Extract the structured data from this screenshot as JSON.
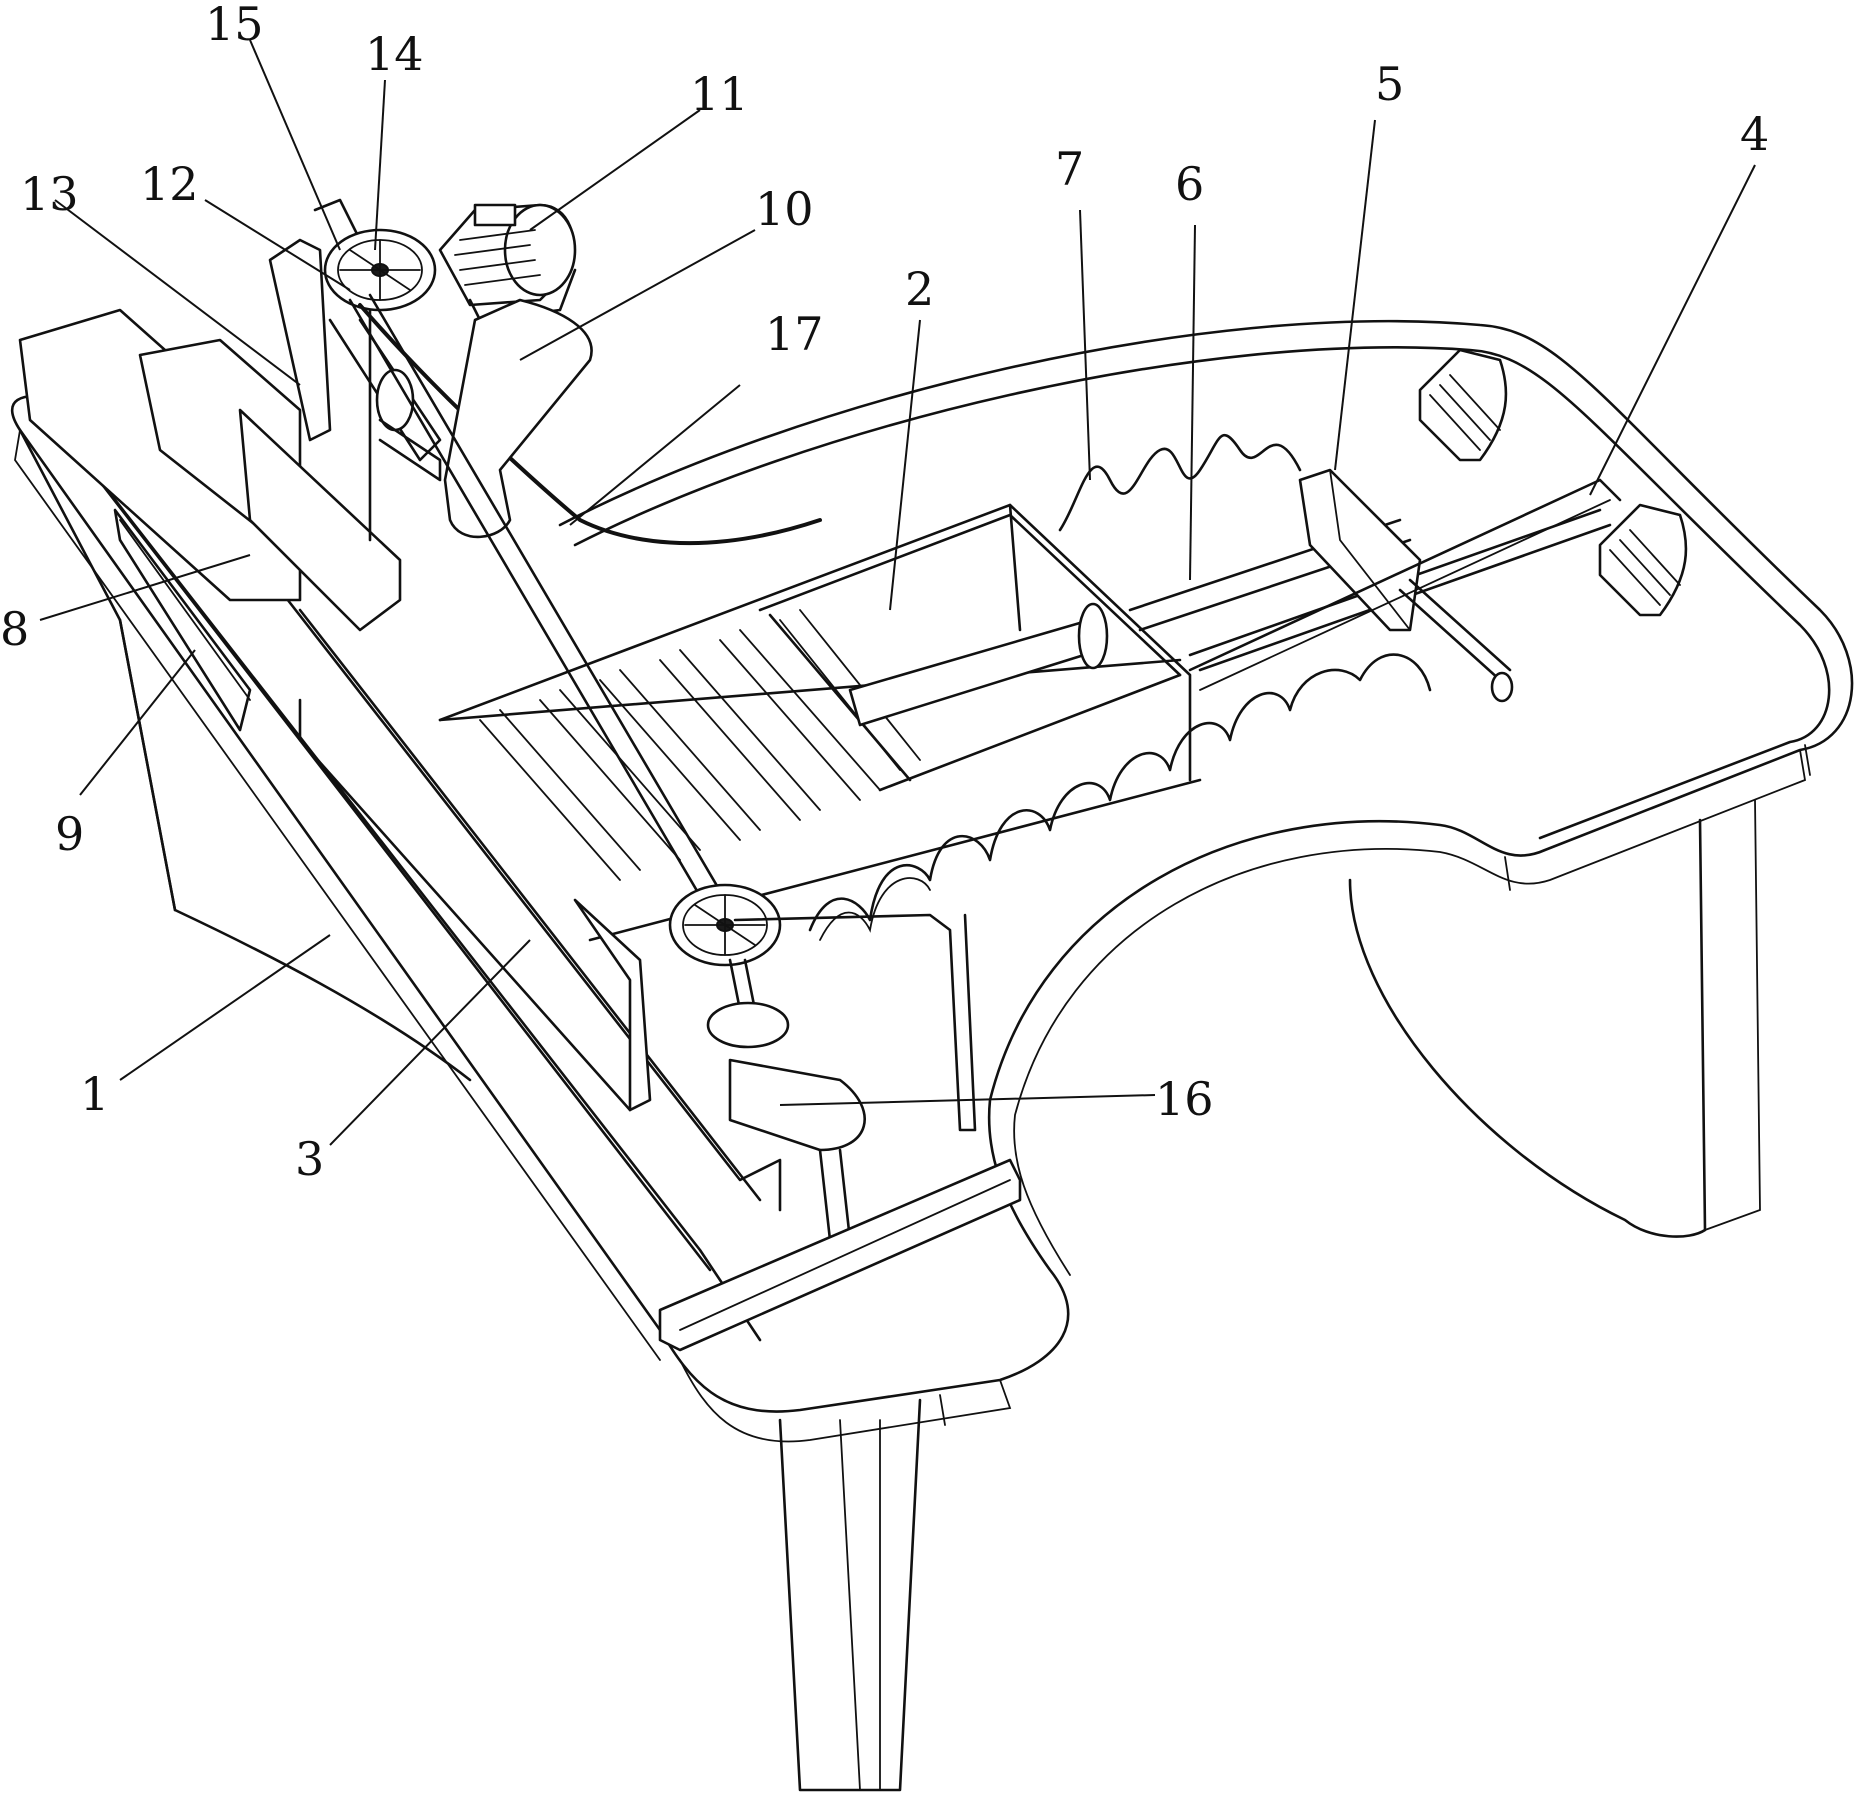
{
  "figure": {
    "callouts": [
      {
        "id": "c1",
        "text": "1"
      },
      {
        "id": "c2",
        "text": "2"
      },
      {
        "id": "c3",
        "text": "3"
      },
      {
        "id": "c4",
        "text": "4"
      },
      {
        "id": "c5",
        "text": "5"
      },
      {
        "id": "c6",
        "text": "6"
      },
      {
        "id": "c7",
        "text": "7"
      },
      {
        "id": "c8",
        "text": "8"
      },
      {
        "id": "c9",
        "text": "9"
      },
      {
        "id": "c10",
        "text": "10"
      },
      {
        "id": "c11",
        "text": "11"
      },
      {
        "id": "c12",
        "text": "12"
      },
      {
        "id": "c13",
        "text": "13"
      },
      {
        "id": "c14",
        "text": "14"
      },
      {
        "id": "c15",
        "text": "15"
      },
      {
        "id": "c16",
        "text": "16"
      },
      {
        "id": "c17",
        "text": "17"
      }
    ]
  }
}
